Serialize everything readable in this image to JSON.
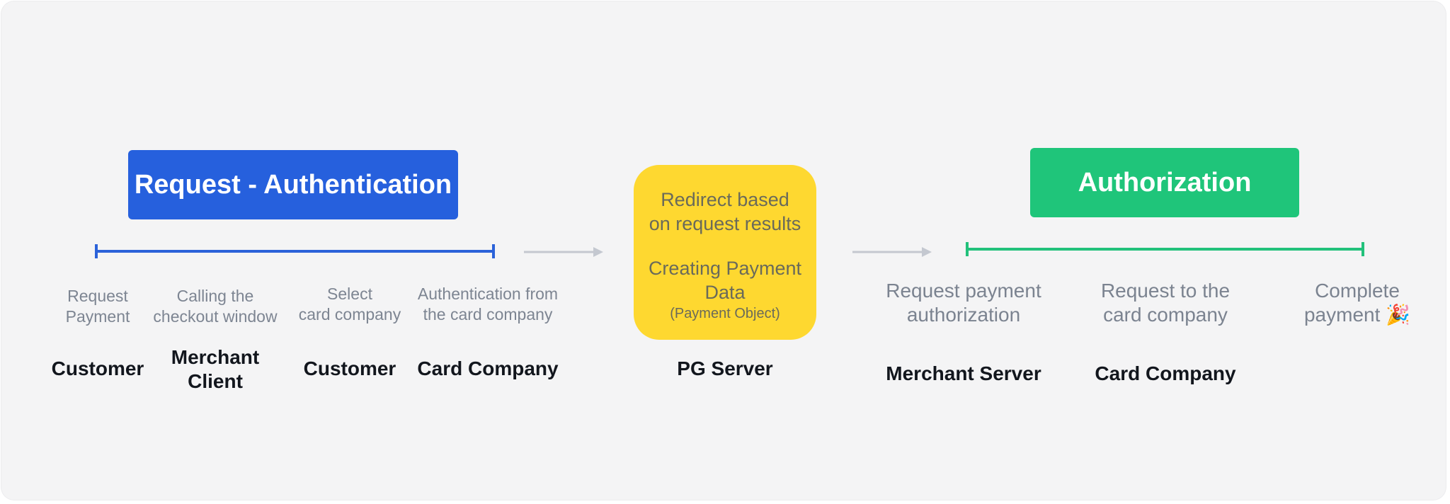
{
  "phases": {
    "request_auth": {
      "title": "Request - Authentication",
      "color": "#2660dd",
      "steps": [
        {
          "label": "Request\nPayment",
          "actor": "Customer"
        },
        {
          "label": "Calling the\ncheckout window",
          "actor": "Merchant\nClient"
        },
        {
          "label": "Select\ncard company",
          "actor": "Customer"
        },
        {
          "label": "Authentication from\nthe card company",
          "actor": "Card Company"
        }
      ]
    },
    "pg": {
      "line1": "Redirect based",
      "line2": "on request results",
      "line3": "Creating Payment",
      "line4": "Data",
      "line5": "(Payment Object)",
      "actor": "PG Server",
      "color": "#fed830"
    },
    "authorization": {
      "title": "Authorization",
      "color": "#1fc57a",
      "steps": [
        {
          "label": "Request payment\nauthorization",
          "actor": "Merchant Server"
        },
        {
          "label": "Request to the\ncard company",
          "actor": "Card Company"
        },
        {
          "label": "Complete\npayment 🎉",
          "actor": ""
        }
      ]
    }
  },
  "arrows": [
    {
      "icon": "arrow-right-icon",
      "color": "#c4c8d0"
    },
    {
      "icon": "arrow-right-icon",
      "color": "#c4c8d0"
    }
  ]
}
